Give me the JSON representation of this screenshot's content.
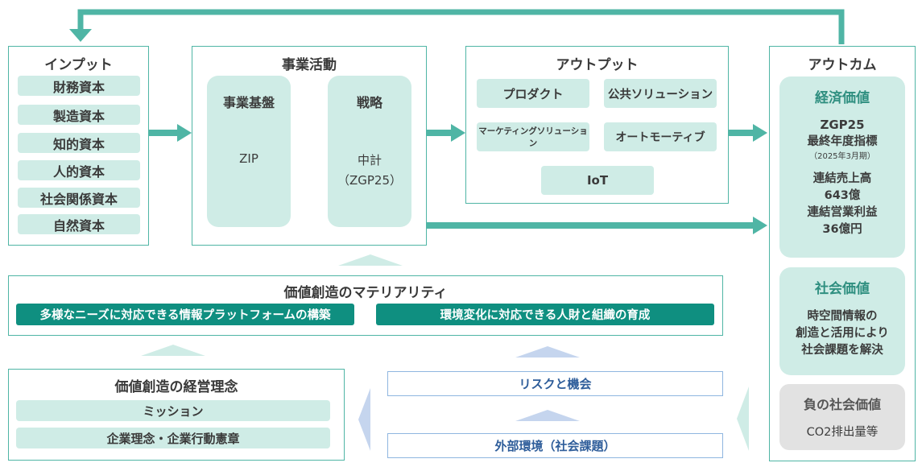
{
  "input": {
    "title": "インプット",
    "items": [
      "財務資本",
      "製造資本",
      "知的資本",
      "人的資本",
      "社会関係資本",
      "自然資本"
    ]
  },
  "business": {
    "title": "事業活動",
    "foundation": {
      "title": "事業基盤",
      "value": "ZIP"
    },
    "strategy": {
      "title": "戦略",
      "value": "中計",
      "value2": "（ZGP25）"
    }
  },
  "output": {
    "title": "アウトプット",
    "items": [
      "プロダクト",
      "公共ソリューション",
      "マーケティングソリューション",
      "オートモーティブ",
      "IoT"
    ]
  },
  "outcome": {
    "title": "アウトカム",
    "economic": {
      "title": "経済価値",
      "line1": "ZGP25",
      "line2": "最終年度指標",
      "note": "（2025年3月期）",
      "line3": "連結売上高",
      "line4": "643億",
      "line5": "連結営業利益",
      "line6": "36億円"
    },
    "social": {
      "title": "社会価値",
      "line1": "時空間情報の",
      "line2": "創造と活用により",
      "line3": "社会課題を解決"
    },
    "negative": {
      "title": "負の社会価値",
      "line1": "CO2排出量等"
    }
  },
  "materiality": {
    "title": "価値創造のマテリアリティ",
    "items": [
      "多様なニーズに対応できる情報プラットフォームの構築",
      "環境変化に対応できる人財と組織の育成"
    ]
  },
  "philosophy": {
    "title": "価値創造の経営理念",
    "items": [
      "ミッション",
      "企業理念・企業行動憲章"
    ]
  },
  "risk": {
    "label": "リスクと機会"
  },
  "environment": {
    "label": "外部環境（社会課題）"
  },
  "colors": {
    "teal": "#4fb5a5",
    "teal_light": "#cfece6",
    "teal_dark": "#0f8f80",
    "blue_light": "#c5d5ee"
  }
}
